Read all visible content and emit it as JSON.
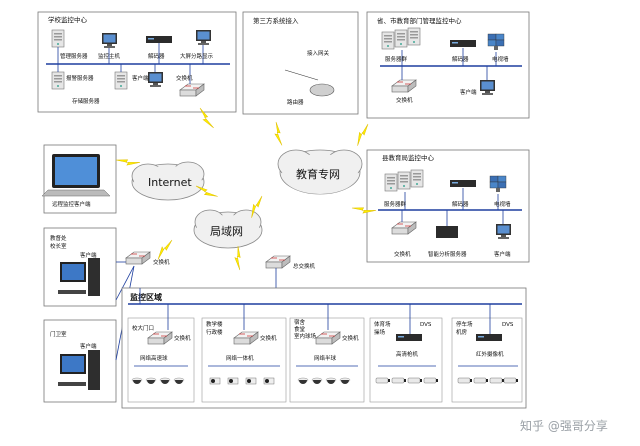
{
  "school_center": {
    "title": "学校监控中心",
    "labels": [
      "管理服务器",
      "监控主机",
      "解码器",
      "大屏分路显示",
      "报警服务器",
      "客户端",
      "交换机",
      "存储服务器"
    ]
  },
  "third_party": {
    "title": "第三方系统接入",
    "labels": [
      "接入网关",
      "路由器"
    ]
  },
  "province_center": {
    "title": "省、市教育部门管理监控中心",
    "labels": [
      "服务器群",
      "解码器",
      "电视墙",
      "交换机",
      "客户端"
    ]
  },
  "county_center": {
    "title": "县教育局监控中心",
    "labels": [
      "服务器群",
      "解码器",
      "电视墙",
      "交换机",
      "智能分析服务器",
      "客户端"
    ]
  },
  "clouds": {
    "internet": "Internet",
    "edu_net": "教育专网",
    "lan": "局域网"
  },
  "remote_client": {
    "label": "远程监控客户端"
  },
  "principal": {
    "title_line1": "教督处",
    "title_line2": "校长室",
    "client": "客户端"
  },
  "guard": {
    "title": "门卫室",
    "client": "客户端"
  },
  "switches": {
    "left": "交换机",
    "center": "总交换机"
  },
  "monitor_area": {
    "title": "监控区域",
    "groups": [
      {
        "title_lines": [
          "校大门口"
        ],
        "switch": "交换机",
        "cam": "网络高速球"
      },
      {
        "title_lines": [
          "教学楼",
          "行政楼"
        ],
        "switch": "交换机",
        "cam": "网络一体机"
      },
      {
        "title_lines": [
          "宿舍",
          "食堂",
          "室内球场"
        ],
        "switch": "交换机",
        "cam": "网络半球"
      },
      {
        "title_lines": [
          "体育场",
          "操场"
        ],
        "dvs": "DVS",
        "cam": "高清枪机"
      },
      {
        "title_lines": [
          "停车场",
          "机房"
        ],
        "dvs": "DVS",
        "cam": "红外摄像机"
      }
    ]
  },
  "watermark": "知乎 @强哥分享"
}
